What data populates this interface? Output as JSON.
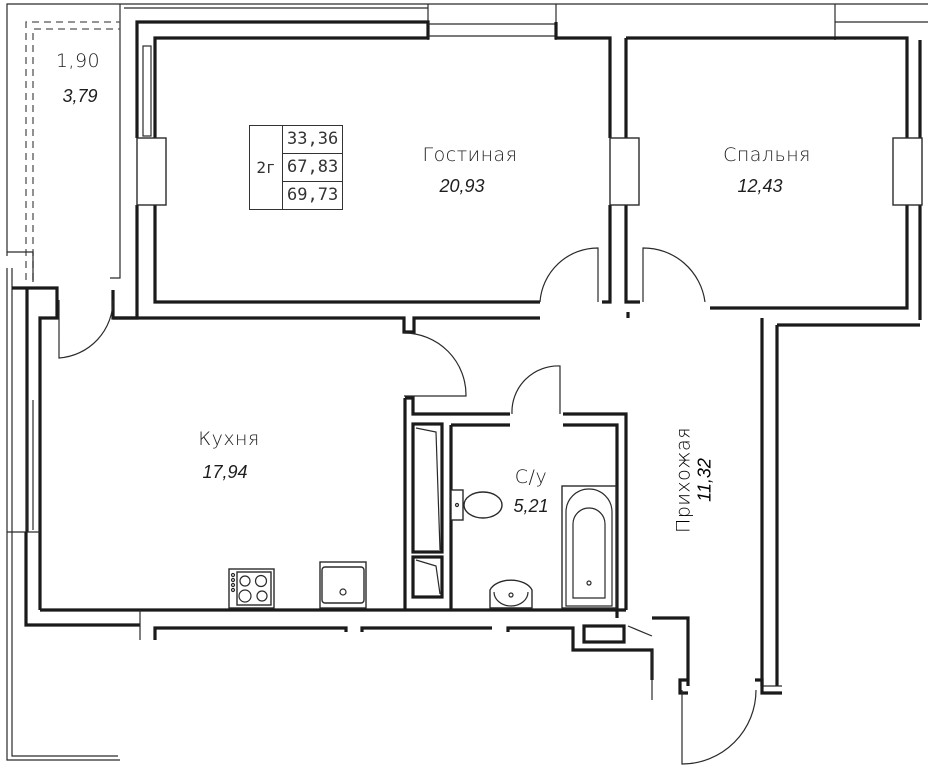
{
  "apartment": {
    "type_label": "2г",
    "living_area": "33,36",
    "total_area": "67,83",
    "total_area_with_balcony": "69,73"
  },
  "rooms": {
    "balcony": {
      "name": "1,90",
      "area": "3,79"
    },
    "living_room": {
      "name": "Гостиная",
      "area": "20,93"
    },
    "bedroom": {
      "name": "Спальня",
      "area": "12,43"
    },
    "kitchen": {
      "name": "Кухня",
      "area": "17,94"
    },
    "bathroom": {
      "name": "С/у",
      "area": "5,21"
    },
    "hallway": {
      "name": "Прихожая",
      "area": "11,32"
    }
  },
  "fixtures": [
    "stove-icon",
    "kitchen-sink-icon",
    "toilet-icon",
    "washbasin-icon",
    "bathtub-icon",
    "wardrobe-icon"
  ],
  "colors": {
    "wall": "#1a1a1a",
    "background": "#ffffff",
    "text": "#1d1d1d"
  }
}
